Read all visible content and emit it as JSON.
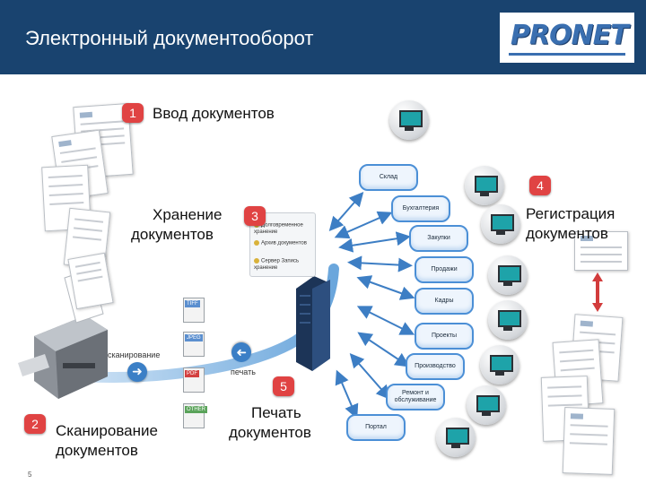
{
  "header": {
    "title": "Электронный документооборот",
    "logo_text": "PRONET"
  },
  "colors": {
    "header_bg": "#19436f",
    "badge": "#e04343",
    "accent_blue": "#4b8fd6",
    "monitor_screen": "#1ea3a9"
  },
  "steps": [
    {
      "number": "1",
      "label": "Ввод документов"
    },
    {
      "number": "2",
      "label_line1": "Сканирование",
      "label_line2": "документов"
    },
    {
      "number": "3",
      "label_line1": "Хранение",
      "label_line2": "документов"
    },
    {
      "number": "4",
      "label_line1": "Регистрация",
      "label_line2": "документов"
    },
    {
      "number": "5",
      "label_line1": "Печать",
      "label_line2": "документов"
    }
  ],
  "flow_labels": {
    "scan": "сканирование",
    "print": "печать"
  },
  "storage_items": [
    "Долговременное хранение",
    "Архив документов",
    "Сервер Запись хранение"
  ],
  "file_types": [
    "TIFF",
    "JPEG",
    "PDF",
    "OTHER"
  ],
  "departments": [
    "Склад",
    "Бухгалтерия",
    "Закупки",
    "Продажи",
    "Кадры",
    "Проекты",
    "Производство",
    "Ремонт и обслуживание",
    "Портал"
  ],
  "page_number": "5"
}
